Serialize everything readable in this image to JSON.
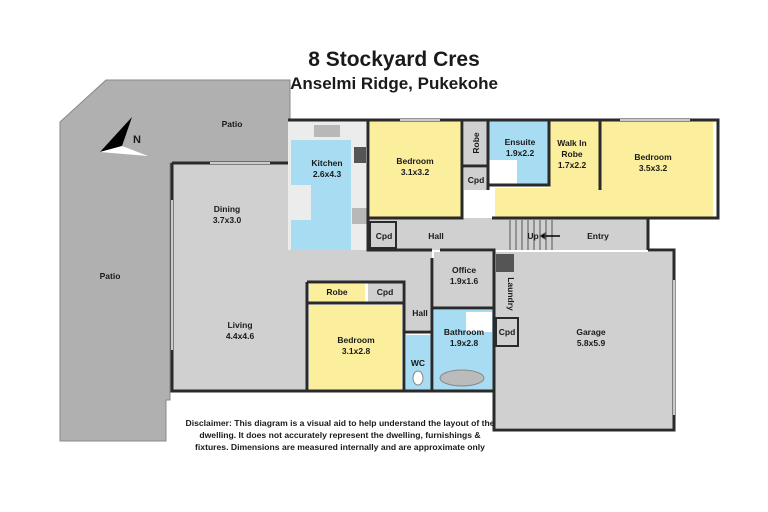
{
  "header": {
    "address": "8 Stockyard Cres",
    "suburb": "Anselmi Ridge, Pukekohe"
  },
  "compass": {
    "icon": "north-arrow-icon",
    "label": "N"
  },
  "rooms": {
    "patio_top": {
      "name": "Patio"
    },
    "patio_left": {
      "name": "Patio"
    },
    "kitchen": {
      "name": "Kitchen",
      "dims": "2.6x4.3"
    },
    "dining": {
      "name": "Dining",
      "dims": "3.7x3.0"
    },
    "living": {
      "name": "Living",
      "dims": "4.4x4.6"
    },
    "bedroom1": {
      "name": "Bedroom",
      "dims": "3.1x3.2"
    },
    "robe1": {
      "name": "Robe"
    },
    "cpd1": {
      "name": "Cpd"
    },
    "ensuite": {
      "name": "Ensuite",
      "dims": "1.9x2.2"
    },
    "walkin": {
      "name": "Walk In",
      "name2": "Robe",
      "dims": "1.7x2.2"
    },
    "bedroom2": {
      "name": "Bedroom",
      "dims": "3.5x3.2"
    },
    "cpd2": {
      "name": "Cpd"
    },
    "hall1": {
      "name": "Hall"
    },
    "stairs": {
      "name": "Up"
    },
    "entry": {
      "name": "Entry"
    },
    "robe2": {
      "name": "Robe"
    },
    "cpd3": {
      "name": "Cpd"
    },
    "hall2": {
      "name": "Hall"
    },
    "office": {
      "name": "Office",
      "dims": "1.9x1.6"
    },
    "laundry": {
      "name": "Laundry"
    },
    "bedroom3": {
      "name": "Bedroom",
      "dims": "3.1x2.8"
    },
    "wc": {
      "name": "WC"
    },
    "bathroom": {
      "name": "Bathroom",
      "dims": "1.9x2.8"
    },
    "cpd4": {
      "name": "Cpd"
    },
    "garage": {
      "name": "Garage",
      "dims": "5.8x5.9"
    }
  },
  "colors": {
    "patio": "#b0b0b0",
    "living": "#d0d0d0",
    "bedroom": "#fbee9c",
    "wet": "#a8dcf2",
    "wall": "#2a2a2a",
    "window": "#ffffff"
  },
  "disclaimer": {
    "line1": "Disclaimer: This diagram is a visual aid to help understand the layout of the",
    "line2": "dwelling. It does not accurately represent the dwelling, furnishings &",
    "line3": "fixtures. Dimensions are measured internally and are approximate only"
  }
}
